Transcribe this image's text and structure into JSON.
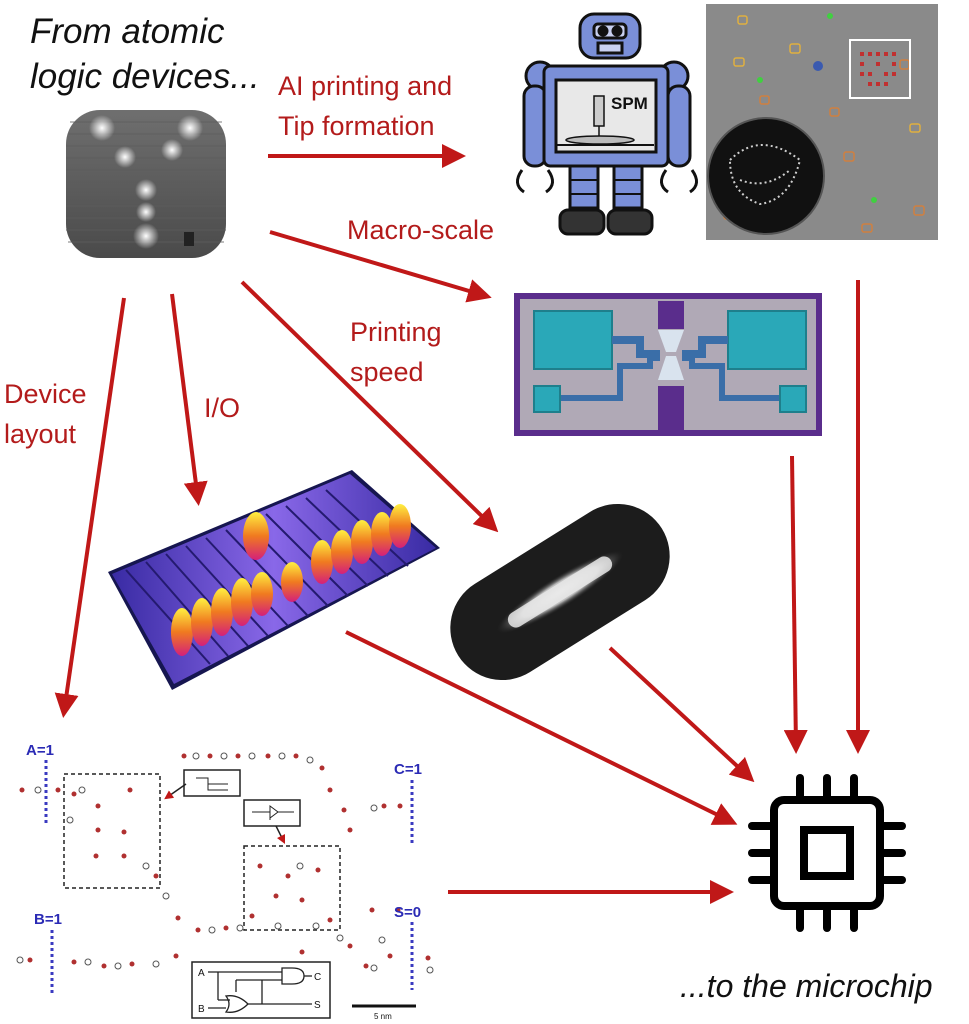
{
  "title_start": {
    "line1": "From atomic",
    "line2": "logic devices..."
  },
  "title_end": "...to the microchip",
  "arrow_labels": {
    "ai_printing_line1": "AI printing and",
    "ai_printing_line2": "Tip formation",
    "macro_scale": "Macro-scale",
    "printing_speed_line1": "Printing",
    "printing_speed_line2": "speed",
    "io": "I/O",
    "device_layout_line1": "Device",
    "device_layout_line2": "layout"
  },
  "robot": {
    "screen_text": "SPM"
  },
  "layout_diagram": {
    "input_a": "A=1",
    "input_b": "B=1",
    "output_c": "C=1",
    "output_s": "S=0",
    "gate_a": "A",
    "gate_b": "B",
    "gate_c": "C",
    "gate_s": "S",
    "scale_bar": "5 nm"
  },
  "colors": {
    "arrow": "#c01818",
    "label_red": "#b31b1b",
    "label_blue": "#2b2bb5",
    "device_purple": "#5a2d8c",
    "device_teal": "#2aa8b8"
  },
  "icons": [
    "robot-icon",
    "microchip-icon"
  ]
}
